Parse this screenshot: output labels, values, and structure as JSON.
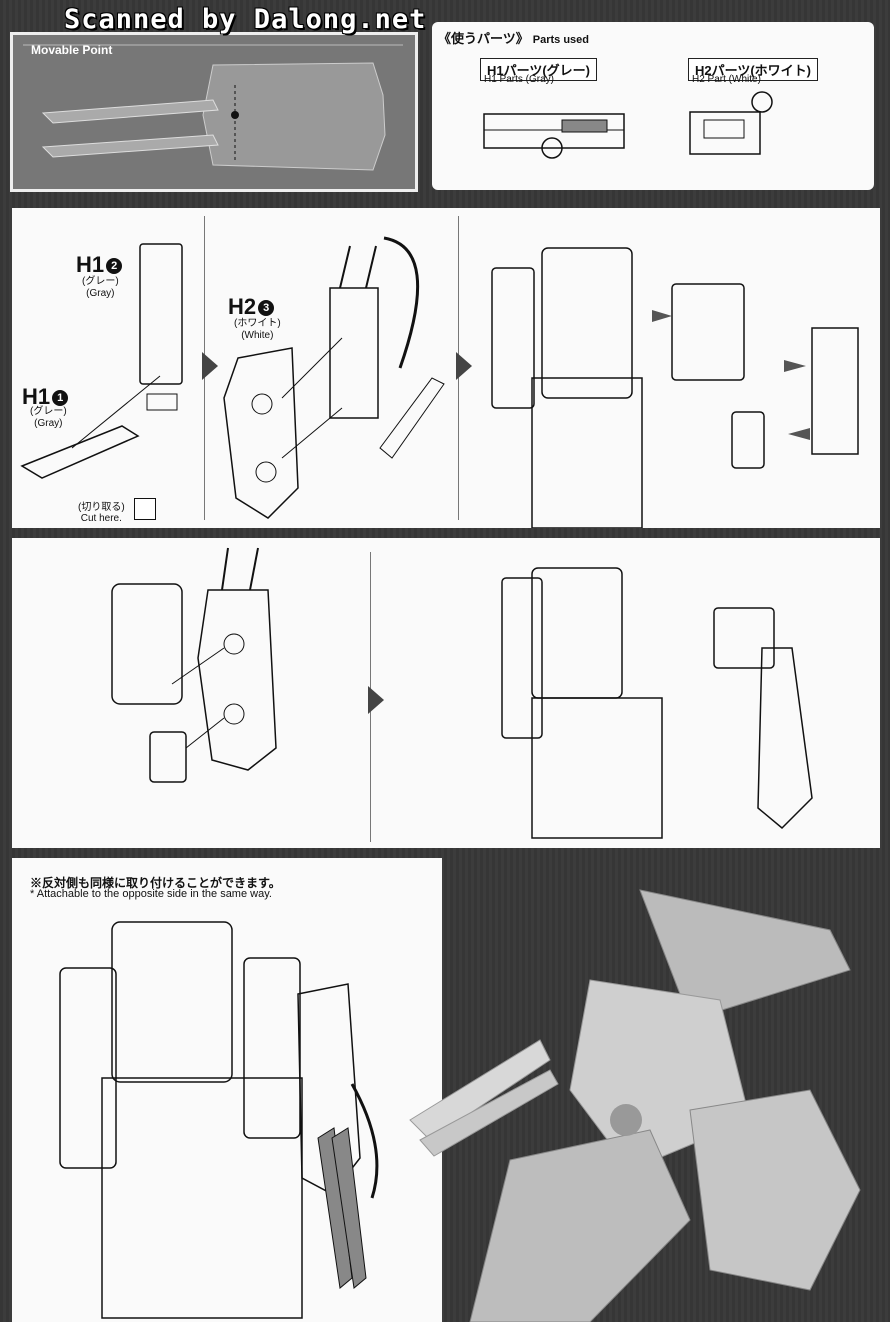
{
  "watermark": "Scanned by Dalong.net",
  "movable_point": {
    "title": "Movable Point"
  },
  "parts_used": {
    "title_jp": "《使うパーツ》",
    "title_en": "Parts used",
    "h1_jp": "H1パーツ(グレー)",
    "h1_en": "H1 Parts (Gray)",
    "h2_jp": "H2パーツ(ホワイト)",
    "h2_en": "H2 Part (White)"
  },
  "step1": {
    "h1_2_label": "H1",
    "h1_2_num": "2",
    "h1_2_color_jp": "(グレー)",
    "h1_2_color_en": "(Gray)",
    "h1_1_label": "H1",
    "h1_1_num": "1",
    "h1_1_color_jp": "(グレー)",
    "h1_1_color_en": "(Gray)",
    "h2_3_label": "H2",
    "h2_3_num": "3",
    "h2_3_color_jp": "(ホワイト)",
    "h2_3_color_en": "(White)",
    "cut_jp": "(切り取る)",
    "cut_en": "Cut here."
  },
  "note": {
    "jp": "※反対側も同様に取り付けることができます。",
    "en": "* Attachable to the opposite side in the same way."
  },
  "colors": {
    "panel": "#fafafa",
    "background": "#3a3a3a",
    "ink": "#111111"
  }
}
